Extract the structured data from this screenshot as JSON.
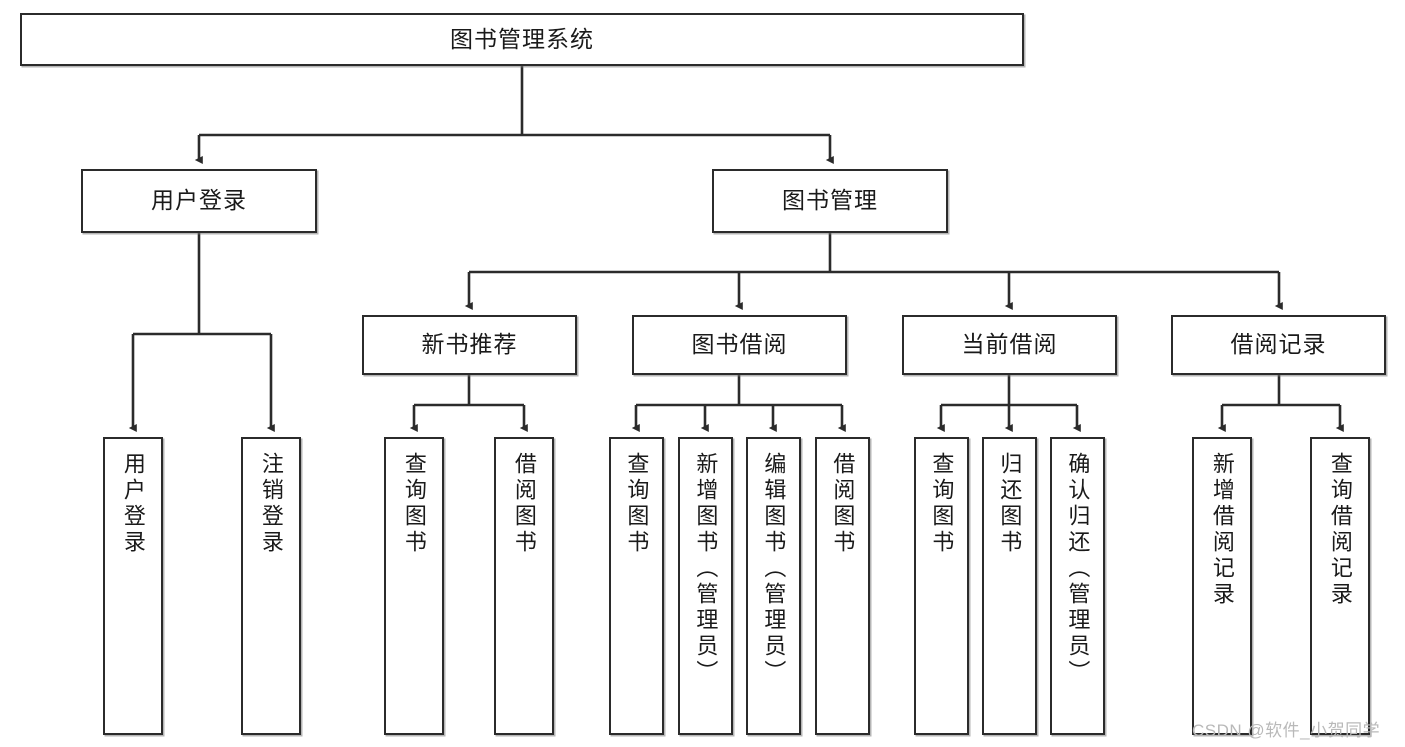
{
  "diagram": {
    "title": "图书管理系统",
    "watermark": "CSDN @软件_小贺同学",
    "colors": {
      "stroke": "#2b2b2b",
      "fill": "#ffffff",
      "text": "#1a1a1a",
      "watermark": "#b9b9b9"
    },
    "nodes": {
      "root": {
        "label": "图书管理系统"
      },
      "level2": [
        {
          "id": "user-login",
          "label": "用户登录"
        },
        {
          "id": "book-manage",
          "label": "图书管理"
        }
      ],
      "level3": [
        {
          "id": "new-book-recommend",
          "label": "新书推荐"
        },
        {
          "id": "book-borrow",
          "label": "图书借阅"
        },
        {
          "id": "current-borrow",
          "label": "当前借阅"
        },
        {
          "id": "borrow-record",
          "label": "借阅记录"
        }
      ],
      "leaves": {
        "user-login": [
          {
            "id": "leaf-user-login",
            "label": "用户登录"
          },
          {
            "id": "leaf-logout-login",
            "label": "注销登录"
          }
        ],
        "new-book-recommend": [
          {
            "id": "leaf-query-book-1",
            "label": "查询图书"
          },
          {
            "id": "leaf-borrow-book-1",
            "label": "借阅图书"
          }
        ],
        "book-borrow": [
          {
            "id": "leaf-query-book-2",
            "label": "查询图书"
          },
          {
            "id": "leaf-add-book",
            "label": "新增图书（管理员）"
          },
          {
            "id": "leaf-edit-book",
            "label": "编辑图书（管理员）"
          },
          {
            "id": "leaf-borrow-book-2",
            "label": "借阅图书"
          }
        ],
        "current-borrow": [
          {
            "id": "leaf-query-book-3",
            "label": "查询图书"
          },
          {
            "id": "leaf-return-book",
            "label": "归还图书"
          },
          {
            "id": "leaf-confirm-return",
            "label": "确认归还（管理员）"
          }
        ],
        "borrow-record": [
          {
            "id": "leaf-add-record",
            "label": "新增借阅记录"
          },
          {
            "id": "leaf-query-record",
            "label": "查询借阅记录"
          }
        ]
      }
    }
  }
}
